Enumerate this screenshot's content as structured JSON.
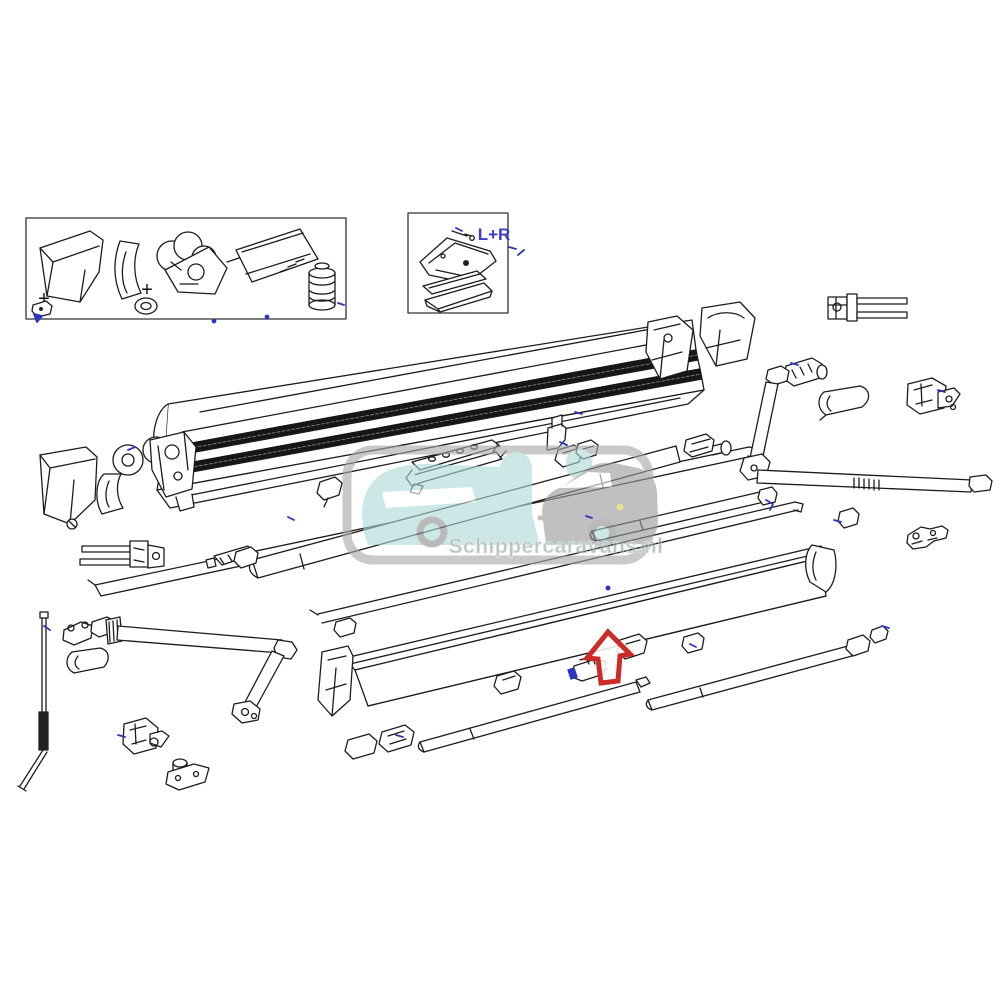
{
  "page": {
    "kind": "exploded-parts-diagram",
    "background": "#ffffff"
  },
  "labels": {
    "left_right": "L+R",
    "plus_1": "+",
    "plus_2": "+"
  },
  "watermark": {
    "text": "Schippercaravans.nl"
  },
  "colors": {
    "line": "#1c1c1c",
    "accent_blue": "#2a35c0",
    "label_blue": "#3c3ccd",
    "arrow_red": "#cc2b28",
    "watermark_teal": "#aedbd8",
    "watermark_gray": "#9b9b9b",
    "watermark_border": "#a9a9a9",
    "watermark_text_gray": "#969696",
    "highlight_yellow": "#e3cf4e"
  },
  "marker": {
    "shape": "hollow-up-arrow",
    "color": "#cc2b28"
  },
  "diagram": {
    "boxes": [
      {
        "id": "motor-kit-box",
        "parts": [
          "end-cap-cover",
          "clamp-bracket",
          "gear-motor",
          "control-unit",
          "tube-adapter"
        ]
      },
      {
        "id": "bracket-kit-box",
        "label": "L+R",
        "parts": [
          "fixing-bracket",
          "cover-strip-upper",
          "cover-strip-lower"
        ]
      }
    ],
    "parts": [
      "cassette-housing",
      "cassette-left-end-cap",
      "gear-hub-discs",
      "motor-mount-bracket",
      "cassette-right-bracket",
      "cassette-right-end-cap",
      "roller-tube",
      "roller-motor-insert",
      "fabric-support-rail",
      "perforated-fixing-rail",
      "lead-rail",
      "lead-rail-left-end-cap",
      "lead-rail-right-end-cover",
      "tension-rafter-left",
      "tension-rafter-center",
      "tension-rafter-right",
      "spring-arm-left",
      "spring-arm-right",
      "crank-rod",
      "gearbox-left",
      "gearbox-right",
      "wall-bracket-left",
      "rod-clamp-left",
      "rod-clamp-right",
      "right-bracket-assembly",
      "mounting-clips"
    ]
  }
}
